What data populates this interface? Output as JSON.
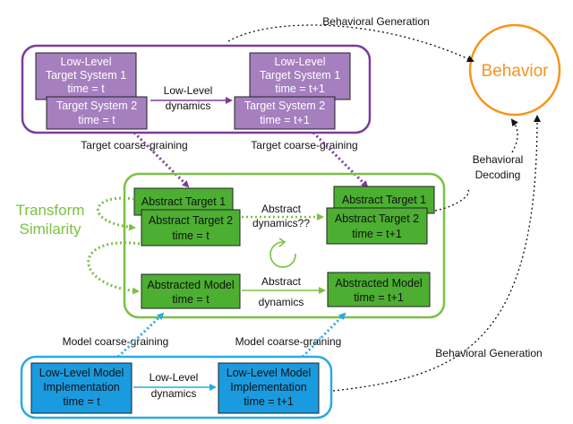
{
  "colors": {
    "purple": "#7d3c98",
    "purple_fill": "#a57fbe",
    "green": "#7ac143",
    "green_fill": "#4caf32",
    "blue": "#29abe2",
    "blue_fill": "#1a9be0",
    "orange": "#f7941d"
  },
  "behavior": {
    "label": "Behavior"
  },
  "labels": {
    "behavioral_generation_top": "Behavioral Generation",
    "behavioral_generation_bottom": "Behavioral Generation",
    "behavioral_decoding": [
      "Behavioral",
      "Decoding"
    ],
    "target_coarse_left": "Target coarse-graining",
    "target_coarse_right": "Target coarse-graining",
    "model_coarse_left": "Model coarse-graining",
    "model_coarse_right": "Model coarse-graining",
    "transform_similarity": [
      "Transform",
      "Similarity"
    ],
    "target_dynamics": [
      "Low-Level",
      "dynamics"
    ],
    "abstract_dynamics_target": [
      "Abstract",
      "dynamics??"
    ],
    "abstract_dynamics_model": [
      "Abstract",
      "dynamics"
    ],
    "model_dynamics": [
      "Low-Level",
      "dynamics"
    ]
  },
  "target_system": {
    "t_sys1": [
      "Low-Level",
      "Target System 1",
      "time = t"
    ],
    "t_sys2": [
      "Target System 2",
      "time = t"
    ],
    "t1_sys1": [
      "Low-Level",
      "Target System 1",
      "time = t+1"
    ],
    "t1_sys2": [
      "Target System 2",
      "time = t+1"
    ]
  },
  "abstract": {
    "target1_t": "Abstract Target 1",
    "target2_t": [
      "Abstract Target 2",
      "time = t"
    ],
    "target1_t1": "Abstract Target 1",
    "target2_t1": [
      "Abstract Target 2",
      "time = t+1"
    ],
    "model_t": [
      "Abstracted Model",
      "time = t"
    ],
    "model_t1": [
      "Abstracted Model",
      "time = t+1"
    ]
  },
  "model": {
    "t": [
      "Low-Level Model",
      "Implementation",
      "time = t"
    ],
    "t1": [
      "Low-Level Model",
      "Implementation",
      "time = t+1"
    ]
  },
  "icons": {
    "cycle": "cycle-arrow-icon"
  }
}
